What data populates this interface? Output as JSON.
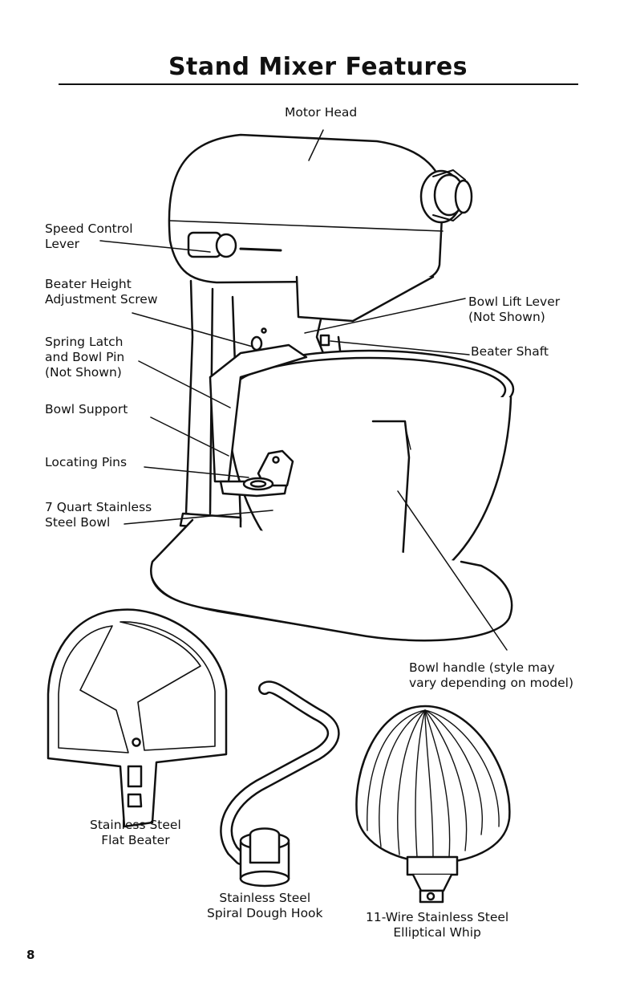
{
  "page": {
    "title": "Stand Mixer Features",
    "page_number": "8"
  },
  "labels": {
    "motor_head": "Motor Head",
    "speed_control": [
      "Speed Control",
      "Lever"
    ],
    "beater_height": [
      "Beater Height",
      "Adjustment Screw"
    ],
    "spring_latch": [
      "Spring Latch",
      "and Bowl Pin",
      "(Not Shown)"
    ],
    "bowl_support": "Bowl Support",
    "locating_pins": "Locating Pins",
    "bowl": [
      "7 Quart Stainless",
      "Steel Bowl"
    ],
    "bowl_lift_lever": [
      "Bowl Lift Lever",
      "(Not Shown)"
    ],
    "beater_shaft": "Beater Shaft",
    "bowl_handle": [
      "Bowl handle (style may",
      "vary depending on model)"
    ],
    "flat_beater": [
      "Stainless Steel",
      "Flat Beater"
    ],
    "dough_hook": [
      "Stainless Steel",
      "Spiral Dough Hook"
    ],
    "whip": [
      "11-Wire Stainless Steel",
      "Elliptical Whip"
    ]
  }
}
